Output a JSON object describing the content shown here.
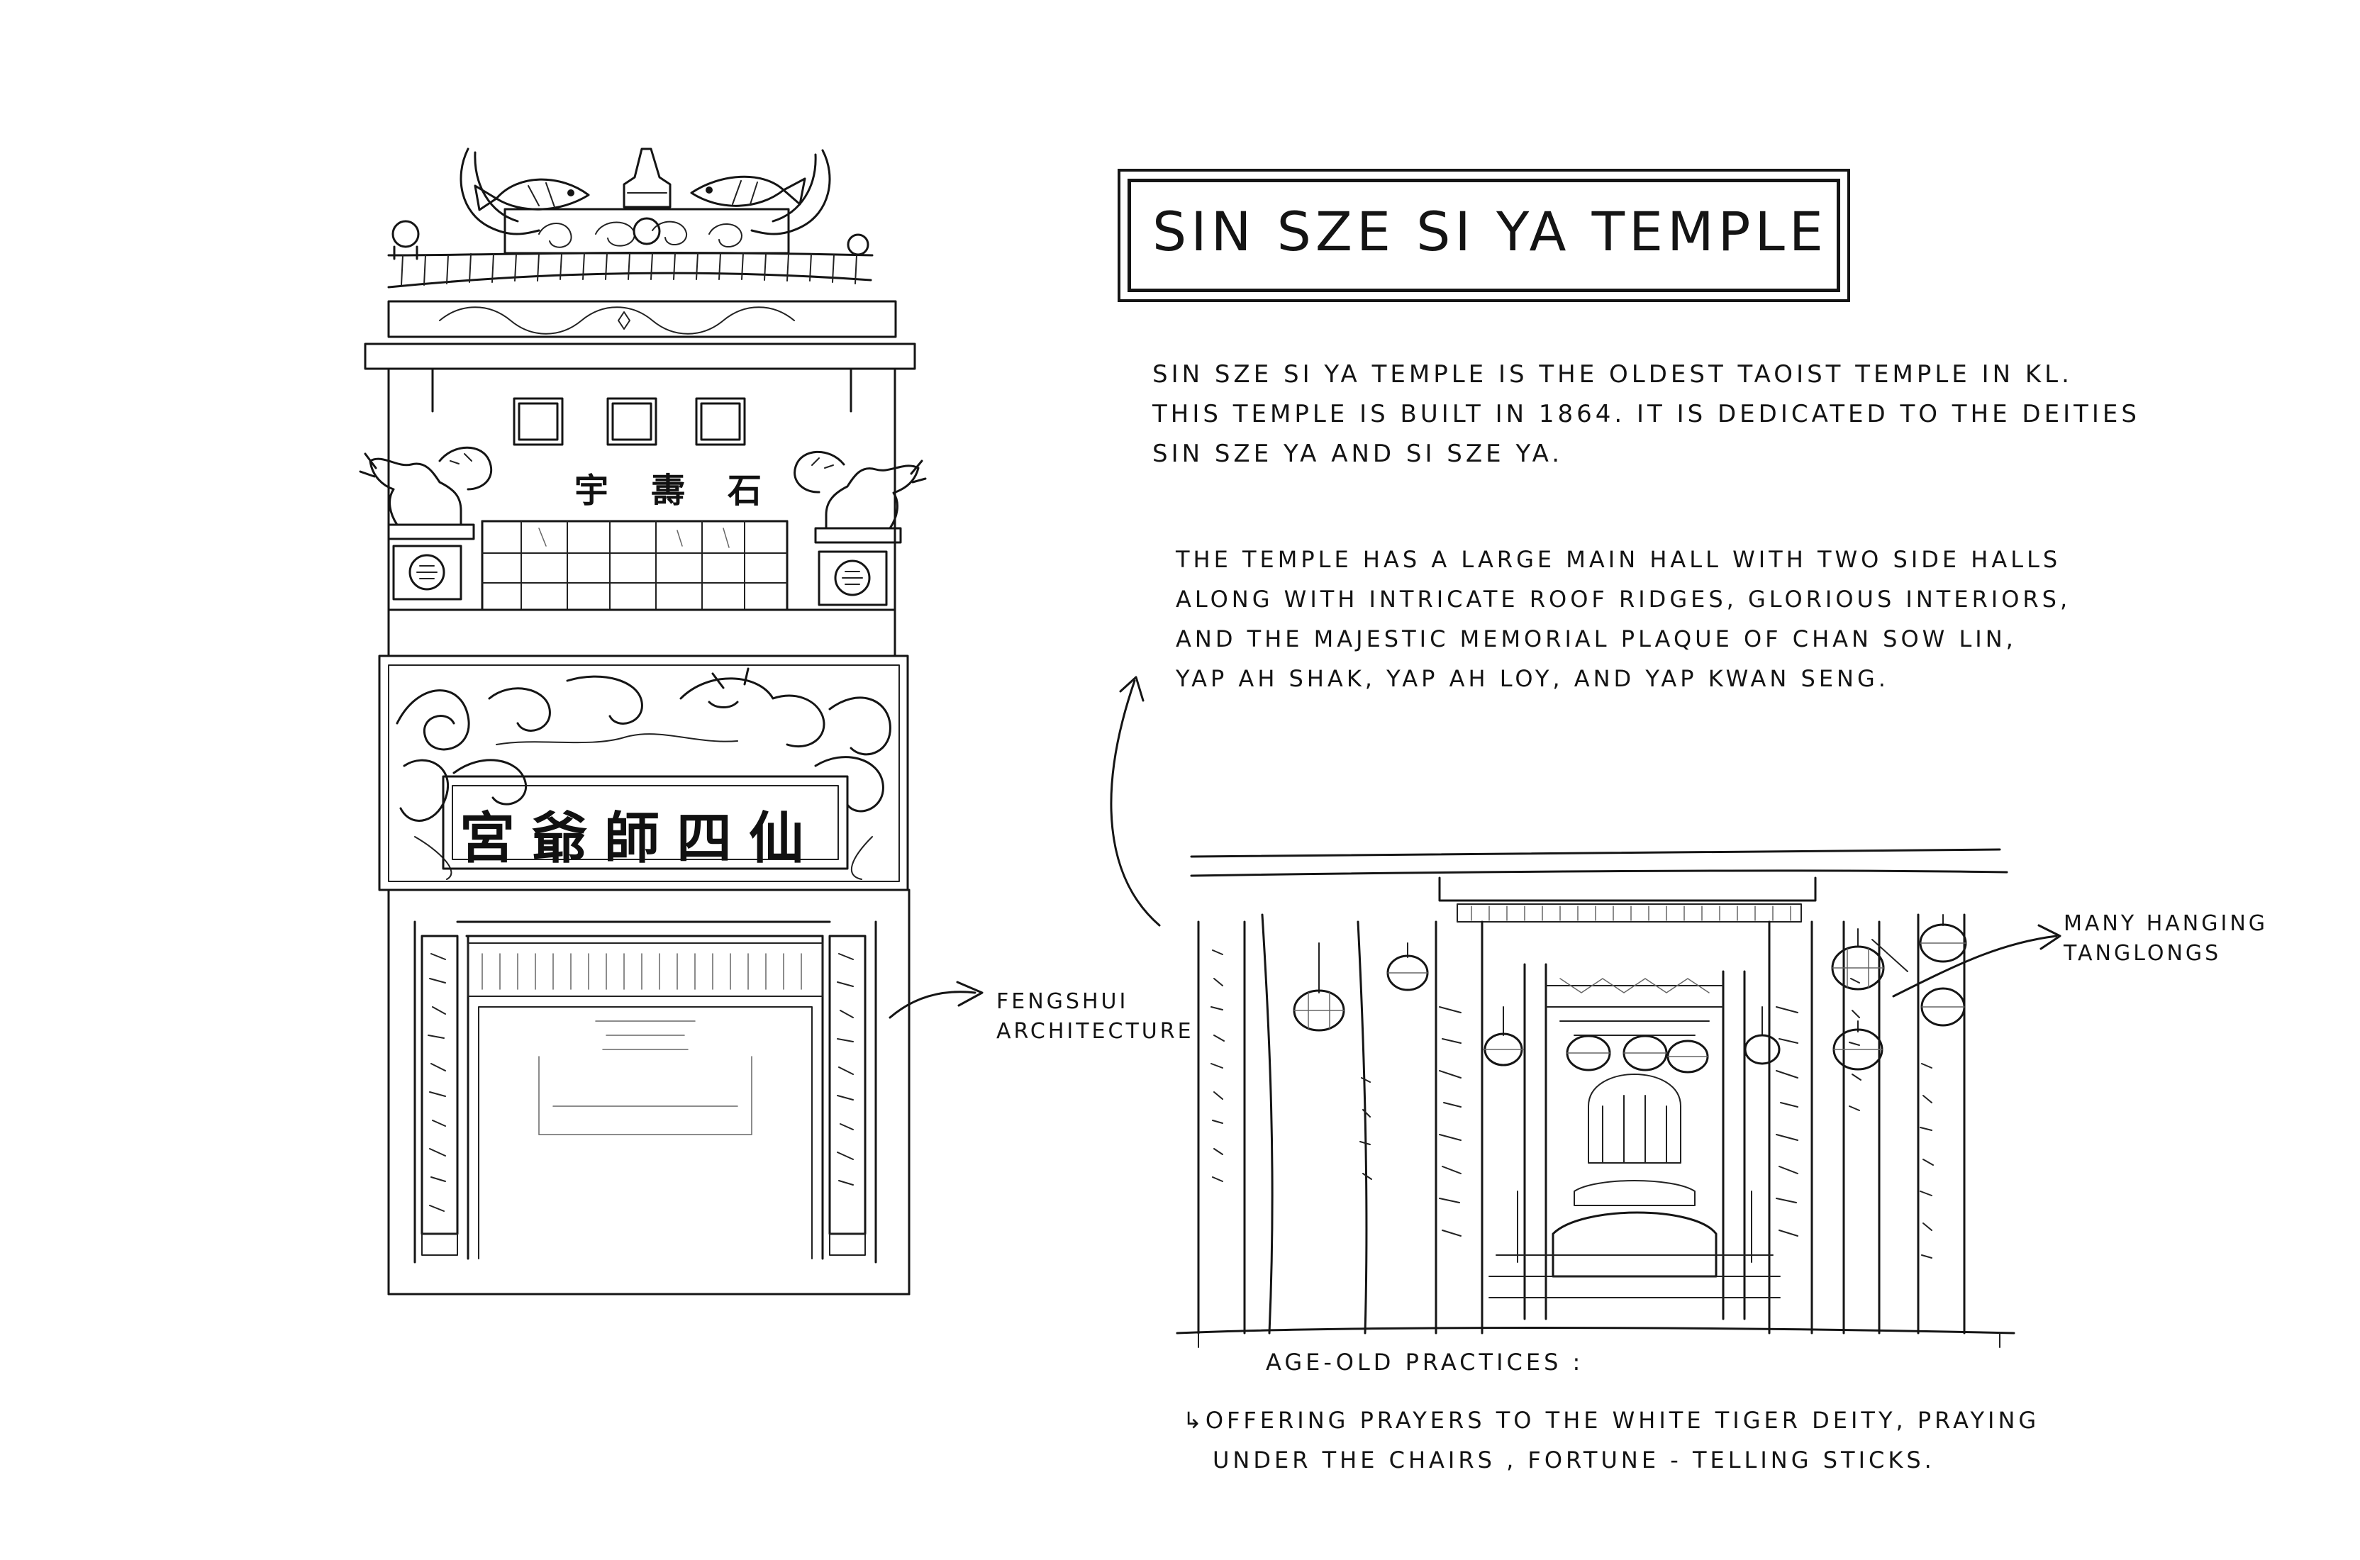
{
  "title": "SIN SZE SI YA TEMPLE",
  "intro_lines": [
    "SIN SZE SI YA TEMPLE IS THE OLDEST TAOIST TEMPLE IN KL.",
    "THIS TEMPLE IS BUILT IN 1864. IT IS DEDICATED TO THE DEITIES",
    "SIN SZE YA AND SI SZE YA."
  ],
  "hall_lines": [
    "THE TEMPLE HAS A LARGE MAIN HALL WITH TWO SIDE HALLS",
    "ALONG WITH INTRICATE ROOF RIDGES, GLORIOUS INTERIORS,",
    "AND THE MAJESTIC MEMORIAL PLAQUE OF CHAN SOW LIN,",
    "YAP AH SHAK, YAP AH LOY, AND YAP KWAN SENG."
  ],
  "fengshui_label": [
    "FENGSHUI",
    "ARCHITECTURE"
  ],
  "tanglong_label": [
    "MANY HANGING",
    "TANGLONGS"
  ],
  "practices_heading": "AGE-OLD PRACTICES :",
  "practices_lines": [
    "↳OFFERING PRAYERS TO THE WHITE TIGER DEITY, PRAYING",
    "UNDER THE CHAIRS , FORTUNE - TELLING STICKS."
  ],
  "facade_main_plaque": "宮爺師四仙",
  "facade_upper_plaque": "宇夀石"
}
